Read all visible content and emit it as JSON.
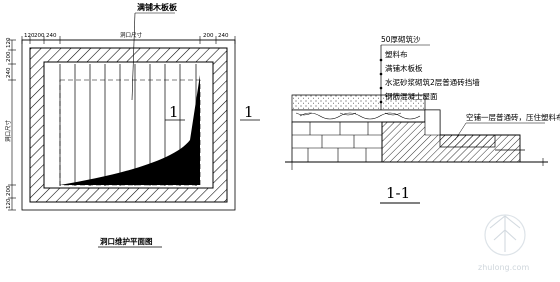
{
  "plan": {
    "top_dims": [
      "120",
      "200",
      "240",
      "洞口尺寸",
      "200",
      "240"
    ],
    "left_dims": [
      "120",
      "200",
      "240",
      "洞口尺寸",
      "200",
      "120"
    ],
    "plank_label": "满铺木板板",
    "section_mark": "1",
    "caption": "洞口维护平面图"
  },
  "section": {
    "layers": [
      "50厚砌筑沙",
      "塑料布",
      "满铺木板板",
      "水泥砂浆砌筑2层普通砖挡墙",
      "钢筋混凝土屋面"
    ],
    "side_note": "空铺一层普通砖，压住塑料布",
    "title": "1-1"
  },
  "watermark": "zhulong.com"
}
